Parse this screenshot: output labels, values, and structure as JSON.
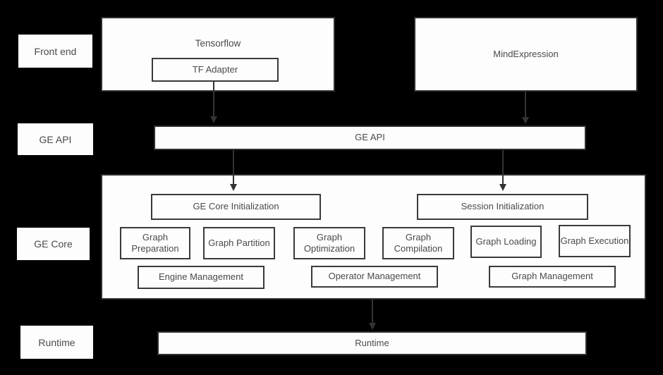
{
  "colors": {
    "background": "#000000",
    "box_fill": "#fdfdfd",
    "outer_border": "#2e2e2e",
    "inner_border": "#3a3a3a",
    "text": "#4a4a4a",
    "arrow": "#333333"
  },
  "row_labels": {
    "front_end": "Front end",
    "ge_api": "GE API",
    "ge_core": "GE Core",
    "runtime": "Runtime"
  },
  "front_end": {
    "tensorflow": "Tensorflow",
    "tf_adapter": "TF Adapter",
    "mind_expression": "MindExpression"
  },
  "ge_api": {
    "label": "GE API"
  },
  "ge_core": {
    "init_left": "GE Core Initialization",
    "init_right": "Session Initialization",
    "modules": [
      "Graph Preparation",
      "Graph Partition",
      "Graph Optimization",
      "Graph Compilation",
      "Graph Loading",
      "Graph Execution"
    ],
    "management": [
      "Engine Management",
      "Operator Management",
      "Graph Management"
    ]
  },
  "runtime": {
    "label": "Runtime"
  }
}
